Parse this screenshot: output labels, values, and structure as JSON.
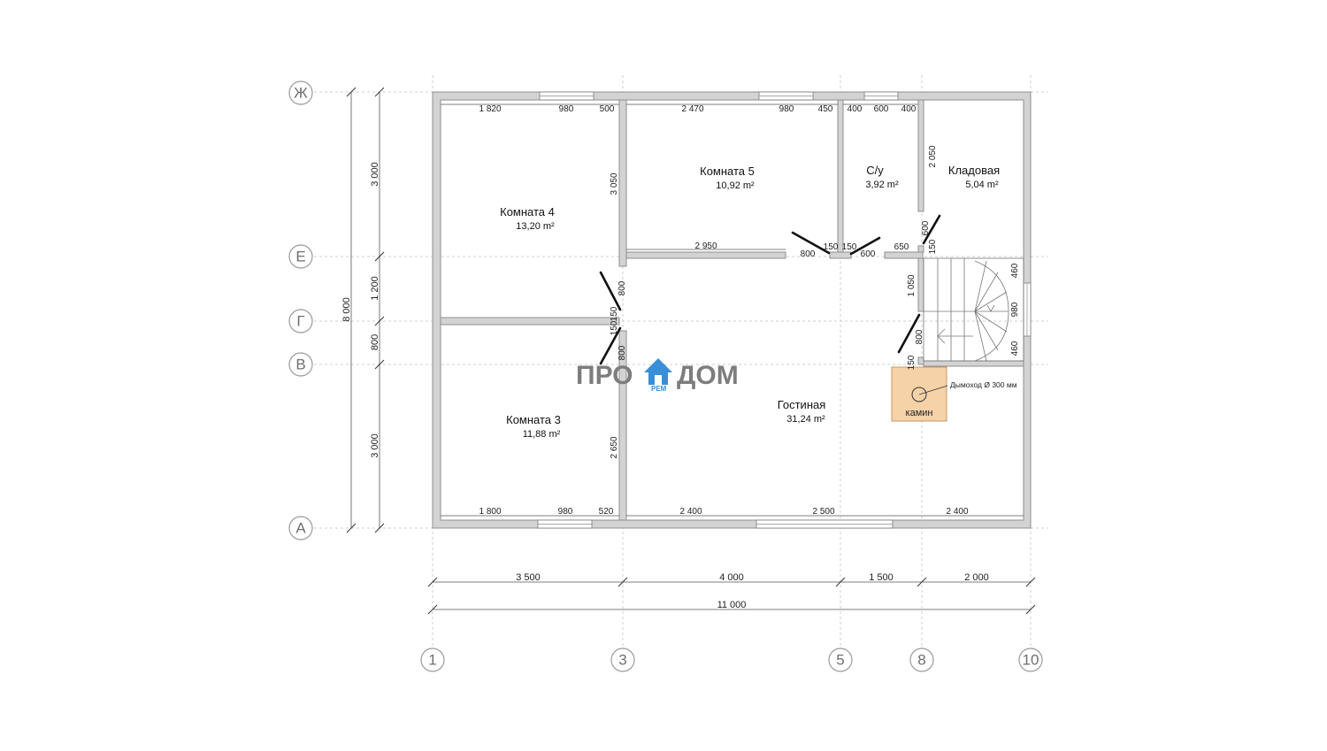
{
  "axes": {
    "rows": [
      "Ж",
      "Е",
      "Г",
      "В",
      "А"
    ],
    "cols": [
      "1",
      "3",
      "5",
      "8",
      "10"
    ]
  },
  "rooms": [
    {
      "name": "Комната 4",
      "area": "13,20 m²"
    },
    {
      "name": "Комната 5",
      "area": "10,92 m²"
    },
    {
      "name": "С/у",
      "area": "3,92 m²"
    },
    {
      "name": "Кладовая",
      "area": "5,04 m²"
    },
    {
      "name": "Комната 3",
      "area": "11,88 m²"
    },
    {
      "name": "Гостиная",
      "area": "31,24 m²"
    }
  ],
  "dims": {
    "left_total": "8 000",
    "left_parts": [
      "3 000",
      "1 200",
      "800",
      "3 000"
    ],
    "bottom_parts": [
      "3 500",
      "4 000",
      "1 500",
      "2 000"
    ],
    "bottom_total": "11 000",
    "top_wall": [
      "1 820",
      "980",
      "500",
      "2 470",
      "980",
      "450",
      "400",
      "600",
      "400"
    ],
    "bottom_wall": [
      "1 800",
      "980",
      "520",
      "2 400",
      "2 500",
      "2 400"
    ],
    "partition_e": [
      "2 950",
      "800",
      "150",
      "150",
      "600",
      "650"
    ],
    "vertical_inner": [
      "3 050",
      "800",
      "150",
      "150",
      "800",
      "2 650",
      "2 050",
      "600",
      "150",
      "1 050",
      "800",
      "150",
      "460",
      "980",
      "460"
    ]
  },
  "logo": {
    "left": "ПРО",
    "right": "ДОМ",
    "sub": "РЕМ"
  },
  "fireplace": {
    "label": "камин",
    "note": "Дымоход Ø 300 мм"
  }
}
